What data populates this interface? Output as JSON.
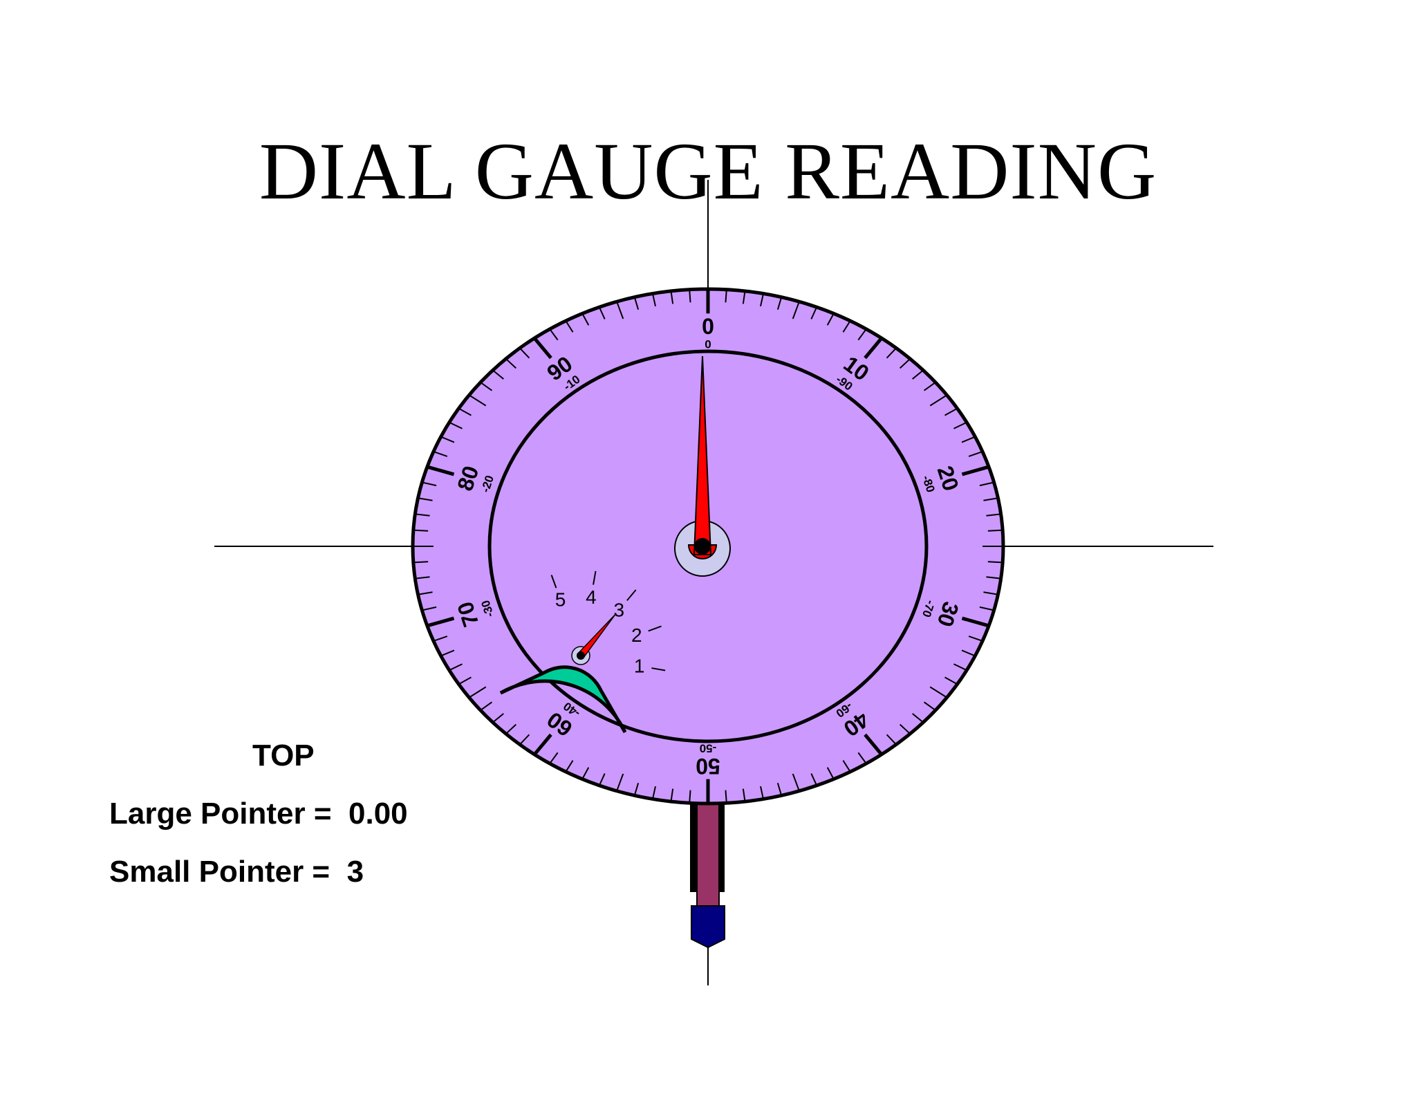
{
  "title": "DIAL GAUGE READING",
  "panel": {
    "position_label": "TOP",
    "large_pointer_label": "Large Pointer =",
    "large_pointer_value": "0.00",
    "small_pointer_label": "Small Pointer =",
    "small_pointer_value": "3"
  },
  "dial": {
    "outer_labels": [
      "0",
      "10",
      "20",
      "30",
      "40",
      "50",
      "60",
      "70",
      "80",
      "90"
    ],
    "inner_labels": [
      "0",
      "-90",
      "-80",
      "-70",
      "-60",
      "-50",
      "-40",
      "-30",
      "-20",
      "-10"
    ],
    "large_pointer_reading": 0,
    "counter_labels": [
      "1",
      "2",
      "3",
      "4",
      "5"
    ],
    "small_pointer_reading": 3,
    "colors": {
      "face": "#cc99ff",
      "counter": "#00cc99",
      "pointer": "#ff0000",
      "hub": "#ccccee",
      "stem": "#993366",
      "tip": "#000080"
    }
  }
}
